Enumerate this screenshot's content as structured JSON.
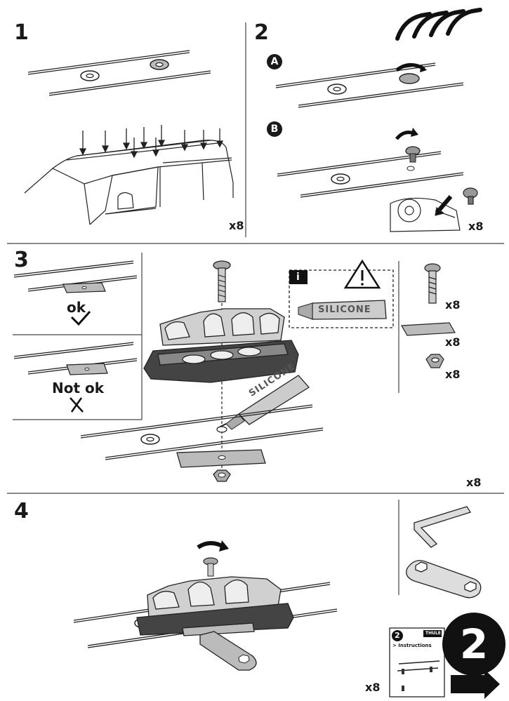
{
  "steps": {
    "s1": {
      "number": "1",
      "count": "x8"
    },
    "s2": {
      "number": "2",
      "sub_a": "A",
      "sub_b": "B",
      "count": "x8"
    },
    "s3": {
      "number": "3",
      "ok_label": "ok",
      "not_ok_label": "Not ok",
      "tube_label": "SILICONE",
      "info_letter": "i",
      "count_main": "x8",
      "parts": [
        {
          "count": "x8"
        },
        {
          "count": "x8"
        },
        {
          "count": "x8"
        }
      ]
    },
    "s4": {
      "number": "4",
      "count": "x8",
      "booklet_number": "2",
      "booklet_brand": "THULE",
      "booklet_title": "> Instructions",
      "next_number": "2"
    }
  }
}
